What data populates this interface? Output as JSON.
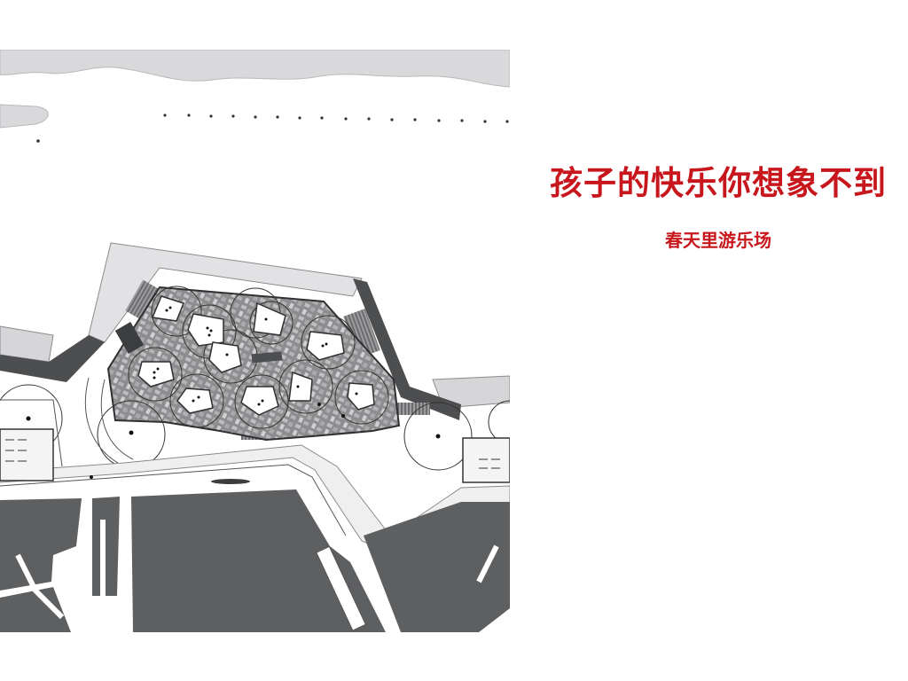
{
  "slide": {
    "title": "孩子的快乐你想象不到",
    "subtitle": "春天里游乐场"
  },
  "colors": {
    "accent": "#c8161d",
    "building_dark": "#5e5f61",
    "sea_light": "#d9d9db",
    "plaza_pattern": "#9a9a9c"
  },
  "plan_elements": [
    {
      "name": "sea-area",
      "icon": "water-shape"
    },
    {
      "name": "lamp-row",
      "icon": "dot-row"
    },
    {
      "name": "playground-plaza",
      "icon": "pattern-polygon"
    },
    {
      "name": "play-pavilion",
      "icon": "pentagon-shape"
    },
    {
      "name": "tree-canopy",
      "icon": "circle-outline"
    },
    {
      "name": "city-blocks",
      "icon": "dark-polygon"
    }
  ]
}
